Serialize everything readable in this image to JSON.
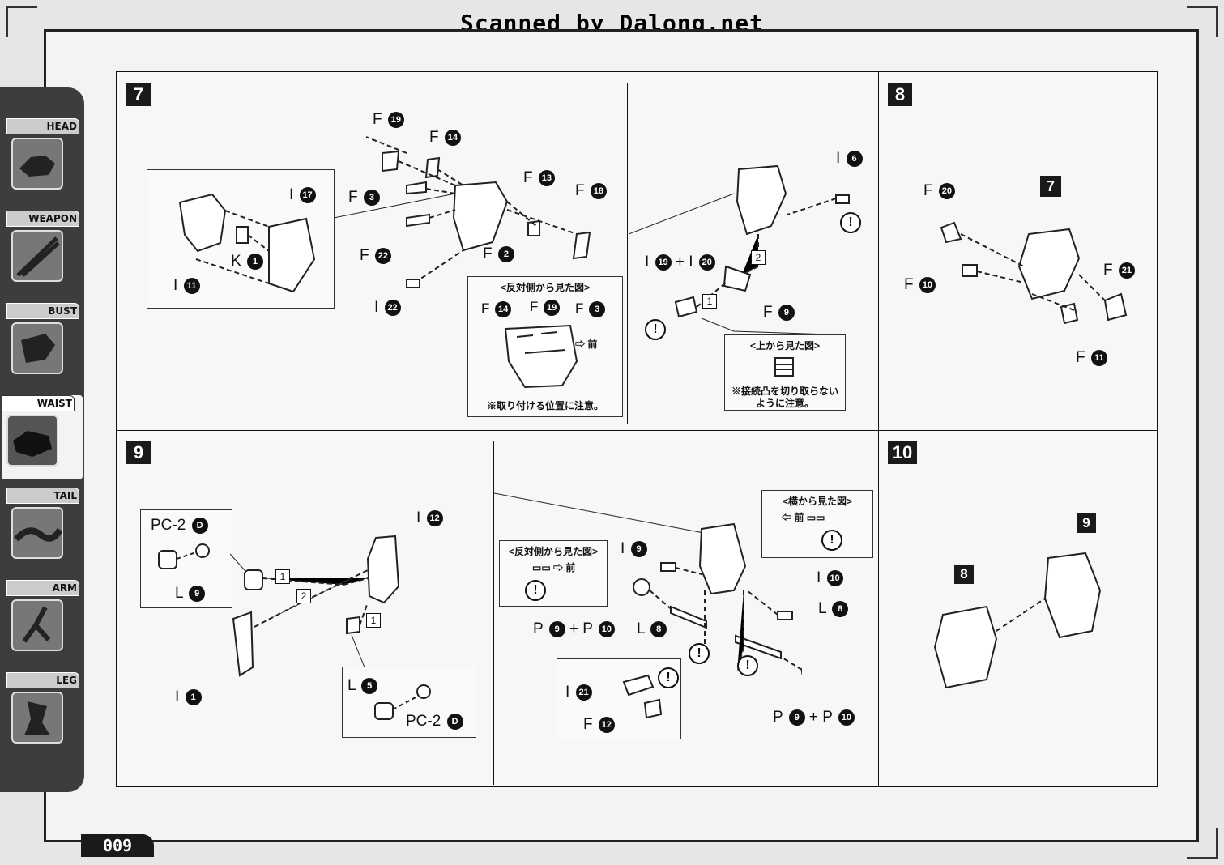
{
  "header": {
    "scan_credit": "Scanned by Dalong.net"
  },
  "sidebar": {
    "items": [
      {
        "label": "HEAD",
        "icon": "head-icon"
      },
      {
        "label": "WEAPON",
        "icon": "weapon-icon"
      },
      {
        "label": "BUST",
        "icon": "bust-icon"
      },
      {
        "label": "WAIST",
        "icon": "waist-icon",
        "active": true
      },
      {
        "label": "TAIL",
        "icon": "tail-icon"
      },
      {
        "label": "ARM",
        "icon": "arm-icon"
      },
      {
        "label": "LEG",
        "icon": "leg-icon"
      }
    ]
  },
  "steps": {
    "s7": {
      "number": "7",
      "box_left": {
        "i11": "I",
        "i11_n": "11",
        "i17": "I",
        "i17_n": "17",
        "k1": "K",
        "k1_n": "1"
      },
      "parts": {
        "f19": "F",
        "f19_n": "19",
        "f14": "F",
        "f14_n": "14",
        "f13": "F",
        "f13_n": "13",
        "f18": "F",
        "f18_n": "18",
        "f3": "F",
        "f3_n": "3",
        "f22": "F",
        "f22_n": "22",
        "f2": "F",
        "f2_n": "2",
        "i22": "I",
        "i22_n": "22"
      },
      "opposite_view": {
        "title": "<反対側から見た図>",
        "f14": "F",
        "f14_n": "14",
        "f19": "F",
        "f19_n": "19",
        "f3": "F",
        "f3_n": "3",
        "front": "前",
        "note": "※取り付ける位置に注意。"
      },
      "right": {
        "i6": "I",
        "i6_n": "6",
        "i19": "I",
        "i19_n": "19",
        "plus": "+",
        "i20": "I",
        "i20_n": "20",
        "f9": "F",
        "f9_n": "9",
        "seq1": "1",
        "seq2": "2",
        "top_view_title": "<上から見た図>",
        "top_view_note_1": "※接続凸を切り取らない",
        "top_view_note_2": "ように注意。"
      }
    },
    "s8": {
      "number": "8",
      "ref7": "7",
      "f20": "F",
      "f20_n": "20",
      "f10": "F",
      "f10_n": "10",
      "f21": "F",
      "f21_n": "21",
      "f11": "F",
      "f11_n": "11"
    },
    "s9": {
      "number": "9",
      "pc2_top": "PC-2",
      "pc2_top_n": "D",
      "l9": "L",
      "l9_n": "9",
      "i12": "I",
      "i12_n": "12",
      "i1": "I",
      "i1_n": "1",
      "l5": "L",
      "l5_n": "5",
      "pc2_bot": "PC-2",
      "pc2_bot_n": "D",
      "seq1a": "1",
      "seq2": "2",
      "seq1b": "1",
      "opposite_view_title": "<反対側から見た図>",
      "opposite_front": "前",
      "side_view_title": "<横から見た図>",
      "side_front": "前",
      "i9": "I",
      "i9_n": "9",
      "i10": "I",
      "i10_n": "10",
      "p9a": "P",
      "p9a_n": "9",
      "plus_a": "+",
      "p10a": "P",
      "p10a_n": "10",
      "l8a": "L",
      "l8a_n": "8",
      "l8b": "L",
      "l8b_n": "8",
      "p9b": "P",
      "p9b_n": "9",
      "plus_b": "+",
      "p10b": "P",
      "p10b_n": "10",
      "i21": "I",
      "i21_n": "21",
      "f12": "F",
      "f12_n": "12"
    },
    "s10": {
      "number": "10",
      "ref8": "8",
      "ref9": "9"
    }
  },
  "footer": {
    "page_number": "009"
  }
}
